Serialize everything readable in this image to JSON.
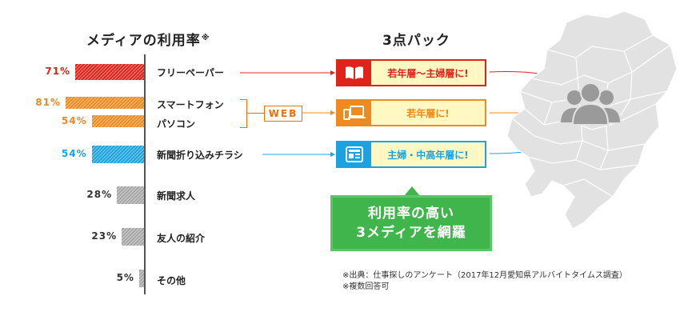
{
  "left_title": "メディアの利用率",
  "left_title_mark": "※",
  "right_title": "3点パック",
  "chart_data": {
    "type": "bar",
    "orientation": "horizontal",
    "title": "メディアの利用率",
    "categories": [
      "フリーペーパー",
      "スマートフォン",
      "パソコン",
      "新聞折り込みチラシ",
      "新聞求人",
      "友人の紹介",
      "その他"
    ],
    "values": [
      71,
      81,
      54,
      54,
      28,
      23,
      5
    ],
    "value_labels": [
      "71%",
      "81%",
      "54%",
      "54%",
      "28%",
      "23%",
      "5%"
    ],
    "colors": [
      "#e0241b",
      "#ef8a1e",
      "#ef8a1e",
      "#1aa3e0",
      "#a6a6a6",
      "#a6a6a6",
      "#a6a6a6"
    ],
    "label_colors": [
      "#e0241b",
      "#ef8a1e",
      "#ef8a1e",
      "#1aa3e0",
      "#333333",
      "#333333",
      "#333333"
    ],
    "xlim": [
      0,
      100
    ]
  },
  "web_label": "WEB",
  "packs": [
    {
      "icon": "book-icon",
      "text": "若年層〜主婦層に!",
      "color": "#e0241b"
    },
    {
      "icon": "devices-icon",
      "text": "若年層に!",
      "color": "#ef8a1e"
    },
    {
      "icon": "newspaper-icon",
      "text": "主婦・中高年層に!",
      "color": "#1aa3e0"
    }
  ],
  "callout": {
    "line1": "利用率の高い",
    "line2": "3メディアを網羅"
  },
  "notes": {
    "source": "※出典：仕事探しのアンケート（2017年12月愛知県アルバイトタイムス調査）",
    "multiple": "※複数回答可"
  },
  "map_icon": "people-group-icon",
  "colors": {
    "red": "#e0241b",
    "orange": "#ef8a1e",
    "blue": "#1aa3e0",
    "green": "#3fb54b",
    "gray": "#a6a6a6"
  }
}
